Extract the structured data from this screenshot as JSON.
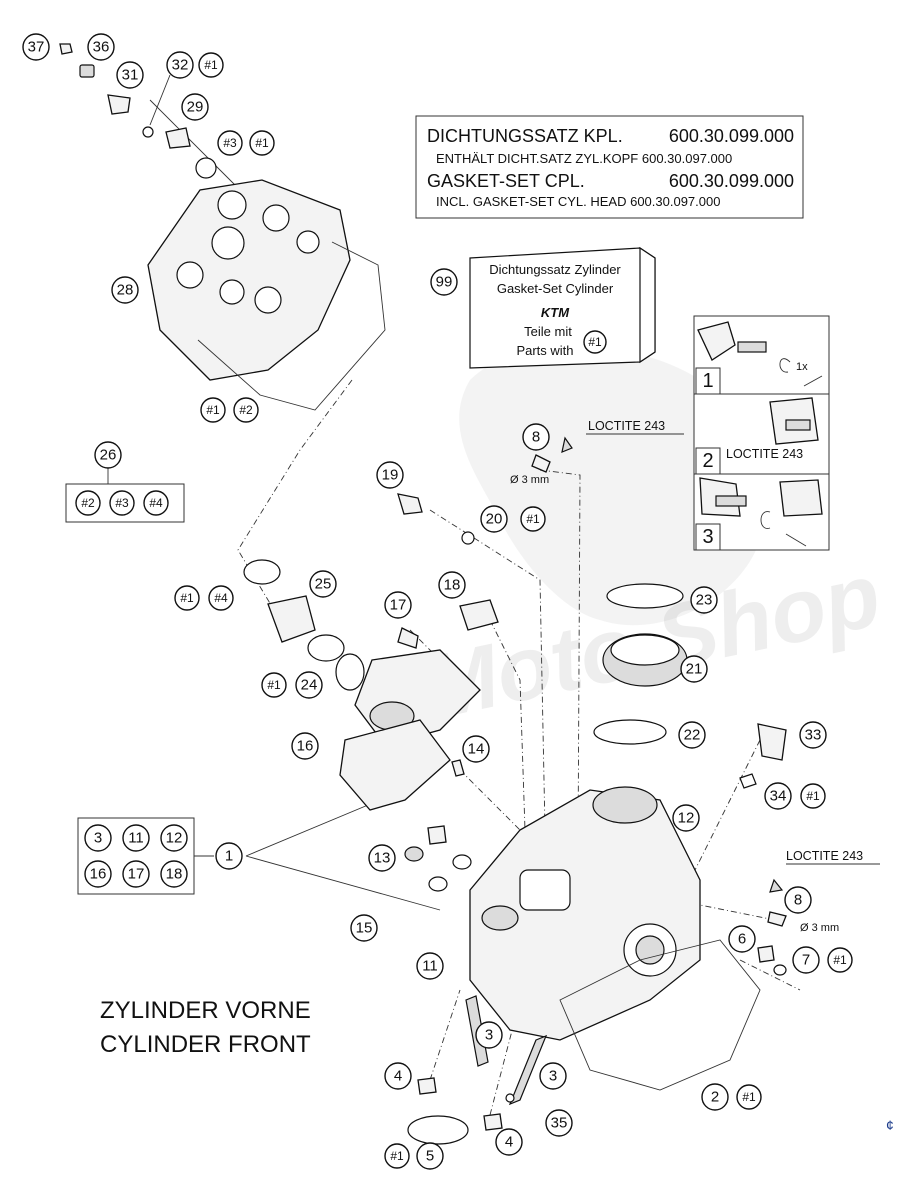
{
  "info_box": {
    "line1_label": "DICHTUNGSSATZ KPL.",
    "line1_code": "600.30.099.000",
    "line2": "ENTHÄLT DICHT.SATZ ZYL.KOPF 600.30.097.000",
    "line3_label": "GASKET-SET CPL.",
    "line3_code": "600.30.099.000",
    "line4": "INCL. GASKET-SET CYL. HEAD 600.30.097.000"
  },
  "kit_box": {
    "number": "99",
    "line1": "Dichtungssatz Zylinder",
    "line2": "Gasket-Set Cylinder",
    "logo": "KTM",
    "line3": "Teile mit",
    "line4": "Parts with",
    "tag": "#1"
  },
  "steps": {
    "step1": "1",
    "step1_note": "1x",
    "step2": "2",
    "step2_note": "LOCTITE 243",
    "step3": "3"
  },
  "loctite_top": "LOCTITE 243",
  "loctite_right": "LOCTITE 243",
  "diameter_top": "Ø 3 mm",
  "diameter_right": "Ø 3 mm",
  "title_line1": "ZYLINDER VORNE",
  "title_line2": "CYLINDER FRONT",
  "group_26": {
    "number": "26",
    "items": [
      "#2",
      "#3",
      "#4"
    ]
  },
  "group_1": {
    "number": "1",
    "items": [
      "3",
      "11",
      "12",
      "16",
      "17",
      "18"
    ]
  },
  "callouts": {
    "c37": "37",
    "c36": "36",
    "c31": "31",
    "c32": "32",
    "c32t": "#1",
    "c29": "29",
    "c3a": "#3",
    "c1a": "#1",
    "c28": "28",
    "c1b": "#1",
    "c2b": "#2",
    "c19": "19",
    "c8a": "8",
    "c20": "20",
    "c20t": "#1",
    "c1c": "#1",
    "c4c": "#4",
    "c25": "25",
    "c18": "18",
    "c17": "17",
    "c23": "23",
    "c1d": "#1",
    "c24": "24",
    "c21": "21",
    "c16": "16",
    "c14": "14",
    "c22": "22",
    "c33": "33",
    "c34": "34",
    "c34t": "#1",
    "c12": "12",
    "c13": "13",
    "c8b": "8",
    "c15": "15",
    "c6": "6",
    "c7": "7",
    "c7t": "#1",
    "c11": "11",
    "c3b": "3",
    "c4a": "4",
    "c3c": "3",
    "c2c": "2",
    "c2t": "#1",
    "c35": "35",
    "c1e": "#1",
    "c5": "5",
    "c4b": "4"
  },
  "margin_mark": "¢"
}
